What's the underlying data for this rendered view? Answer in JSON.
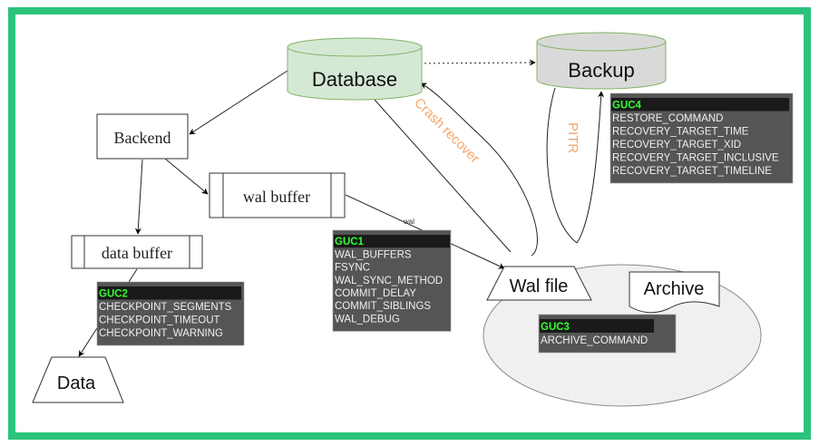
{
  "colors": {
    "frame": "#2bc47a",
    "database_fill": "#d5e8d4",
    "database_stroke": "#82b366",
    "backup_fill": "#d9d9d9",
    "backup_stroke": "#82b366",
    "guc_panel": "#555555",
    "guc_header": "#1a1a1a",
    "guc_title": "#33ff33",
    "label_orange": "#f5a56b",
    "ellipse_fill": "#f0f0f0"
  },
  "nodes": {
    "database": "Database",
    "backup": "Backup",
    "backend": "Backend",
    "wal_buffer": "wal buffer",
    "data_buffer": "data buffer",
    "wal_file": "Wal file",
    "archive": "Archive",
    "data": "Data"
  },
  "edge_labels": {
    "crash_recover": "Crash recover",
    "pitr": "PITR",
    "wal": "wal"
  },
  "guc_groups": [
    {
      "id": "guc1",
      "title": "GUC1",
      "items": [
        "WAL_BUFFERS",
        "FSYNC",
        "WAL_SYNC_METHOD",
        "COMMIT_DELAY",
        "COMMIT_SIBLINGS",
        "WAL_DEBUG"
      ]
    },
    {
      "id": "guc2",
      "title": "GUC2",
      "items": [
        "CHECKPOINT_SEGMENTS",
        "CHECKPOINT_TIMEOUT",
        "CHECKPOINT_WARNING"
      ]
    },
    {
      "id": "guc3",
      "title": "GUC3",
      "items": [
        "ARCHIVE_COMMAND"
      ]
    },
    {
      "id": "guc4",
      "title": "GUC4",
      "items": [
        "RESTORE_COMMAND",
        "RECOVERY_TARGET_TIME",
        "RECOVERY_TARGET_XID",
        "RECOVERY_TARGET_INCLUSIVE",
        "RECOVERY_TARGET_TIMELINE"
      ]
    }
  ]
}
